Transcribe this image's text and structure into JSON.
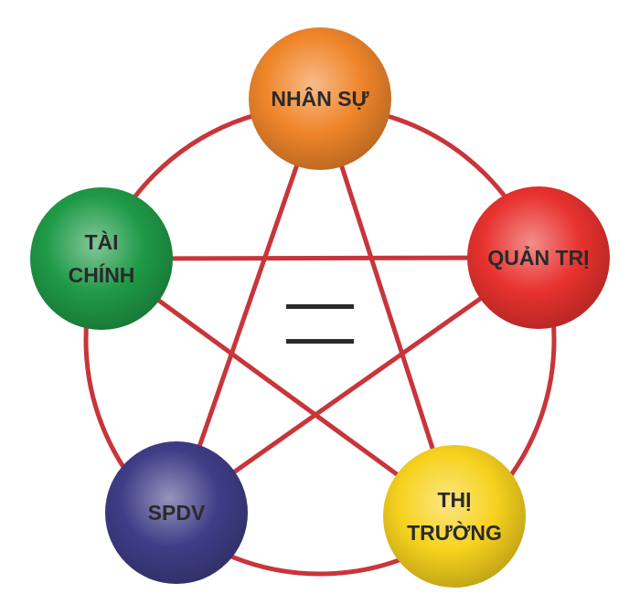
{
  "nodes": [
    {
      "id": "nhan-su",
      "lines": [
        "NHÂN SỰ"
      ],
      "color": "#f0852a"
    },
    {
      "id": "quan-tri",
      "lines": [
        "QUẢN TRỊ"
      ],
      "color": "#e8322e"
    },
    {
      "id": "thi-truong",
      "lines": [
        "THỊ",
        "TRƯỜNG"
      ],
      "color": "#f7d21e"
    },
    {
      "id": "spdv",
      "lines": [
        "SPDV"
      ],
      "color": "#3f3d86"
    },
    {
      "id": "tai-chinh",
      "lines": [
        "TÀI",
        "CHÍNH"
      ],
      "color": "#1f9a47"
    }
  ],
  "connections": [
    [
      "nhan-su",
      "thi-truong"
    ],
    [
      "thi-truong",
      "tai-chinh"
    ],
    [
      "tai-chinh",
      "quan-tri"
    ],
    [
      "quan-tri",
      "spdv"
    ],
    [
      "spdv",
      "nhan-su"
    ]
  ],
  "line_color": "#c8353a",
  "center_symbol_color": "#2a2a2a"
}
